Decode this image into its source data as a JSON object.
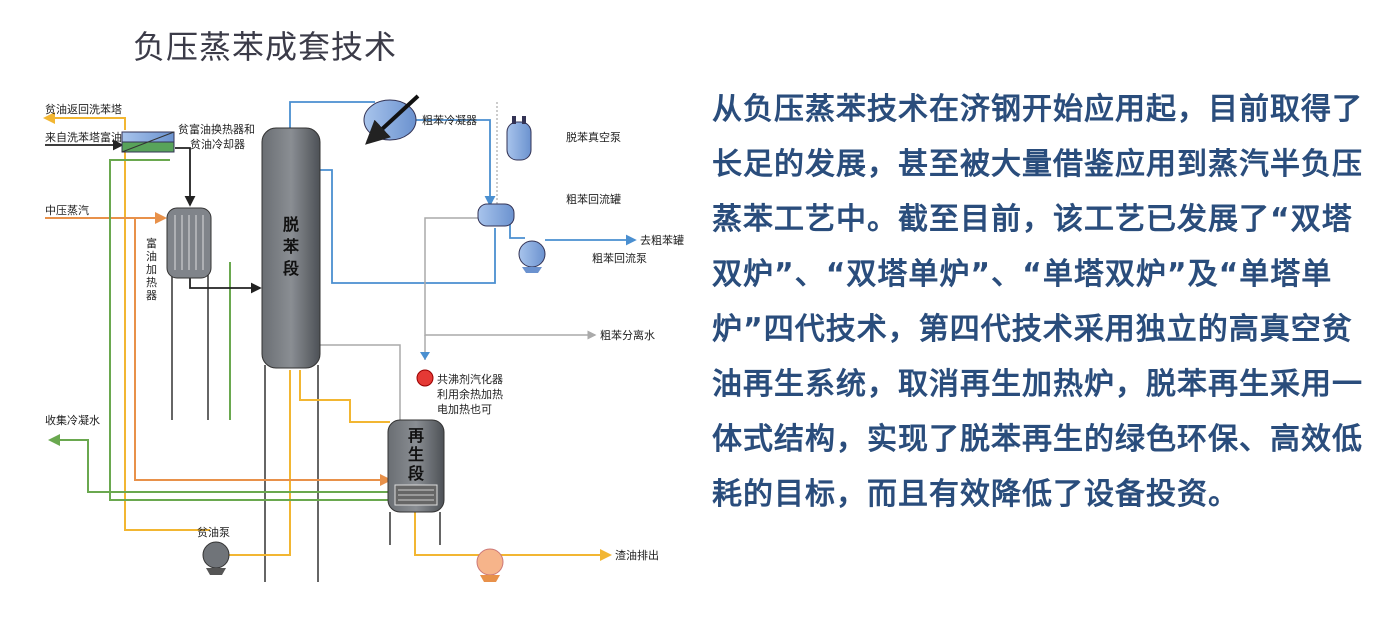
{
  "title": "负压蒸苯成套技术",
  "diagram": {
    "labels": {
      "lean_oil_return": "贫油返回洗苯塔",
      "rich_oil_in": "来自洗苯塔富油",
      "exchanger": "贫富油换热器和",
      "exchanger2": "贫油冷却器",
      "steam": "中压蒸汽",
      "heater": [
        "富",
        "油",
        "加",
        "热",
        "器"
      ],
      "debenzol": [
        "脱",
        "苯",
        "段"
      ],
      "condenser": "粗苯冷凝器",
      "vacuum_pump": "脱苯真空泵",
      "reflux_tank": "粗苯回流罐",
      "to_tank": "去粗苯罐",
      "reflux_pump": "粗苯回流泵",
      "sep_water": "粗苯分离水",
      "vaporizer": "共沸剂汽化器",
      "waste_heat": "利用余热加热",
      "electric": "电加热也可",
      "cond_water": "收集冷凝水",
      "regen": [
        "再",
        "生",
        "段"
      ],
      "lean_pump": "贫油泵",
      "residue": "渣油排出"
    }
  },
  "paragraph": "从负压蒸苯技术在济钢开始应用起，目前取得了长足的发展，甚至被大量借鉴应用到蒸汽半负压蒸苯工艺中。截至目前，该工艺已发展了“双塔双炉”、“双塔单炉”、“单塔双炉”及“单塔单炉”四代技术，第四代技术采用独立的高真空贫油再生系统，取消再生加热炉，脱苯再生采用一体式结构，实现了脱苯再生的绿色环保、高效低耗的目标，而且有效降低了设备投资。",
  "colors": {
    "title": "#3b3b48",
    "text": "#2a4d7c",
    "lean_oil": "#f2b632",
    "steam": "#e8914a",
    "water": "#6aa84f",
    "vapor": "#4a8fd0",
    "column": "#55595e"
  }
}
